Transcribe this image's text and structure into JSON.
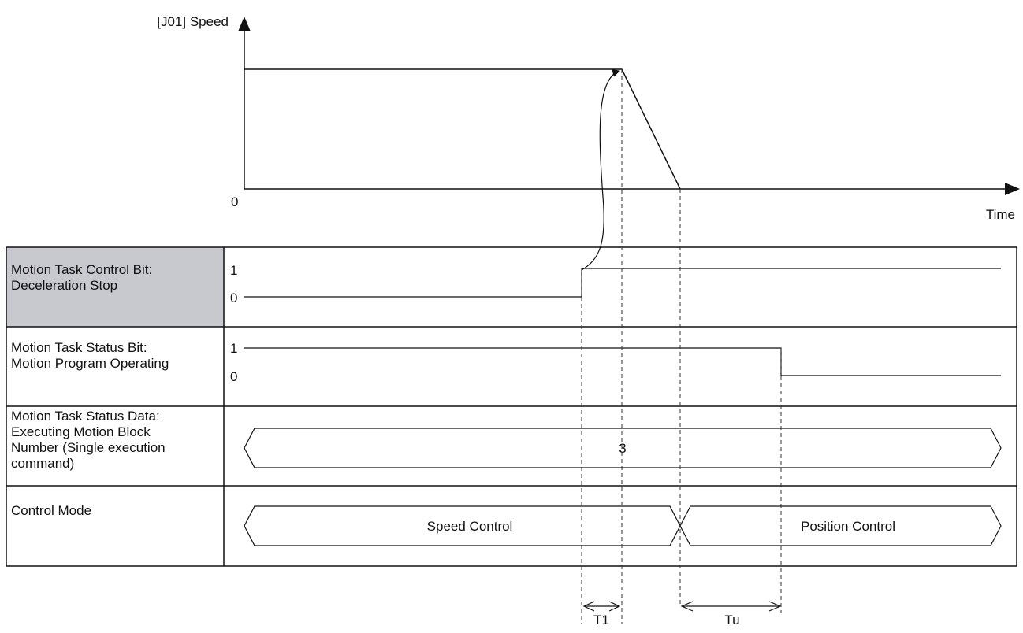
{
  "speed_chart": {
    "y_axis_label": "[J01] Speed",
    "origin_label": "0",
    "x_axis_label": "Time"
  },
  "rows": [
    {
      "label_lines": [
        "Motion Task Control Bit:",
        "Deceleration Stop"
      ],
      "shaded": true,
      "levels": [
        "1",
        "0"
      ]
    },
    {
      "label_lines": [
        "Motion Task Status Bit:",
        "Motion Program Operating"
      ],
      "shaded": false,
      "levels": [
        "1",
        "0"
      ]
    },
    {
      "label_lines": [
        "Motion Task Status Data:",
        "Executing Motion Block",
        "Number (Single execution",
        "command)"
      ],
      "shaded": false,
      "value": "3"
    },
    {
      "label_lines": [
        "Control Mode"
      ],
      "shaded": false,
      "modes": [
        "Speed Control",
        "Position Control"
      ]
    }
  ],
  "timing": {
    "t1_label": "T1",
    "tu_label": "Tu"
  },
  "colors": {
    "shaded_cell": "#c8c9cf",
    "line": "#111111"
  }
}
